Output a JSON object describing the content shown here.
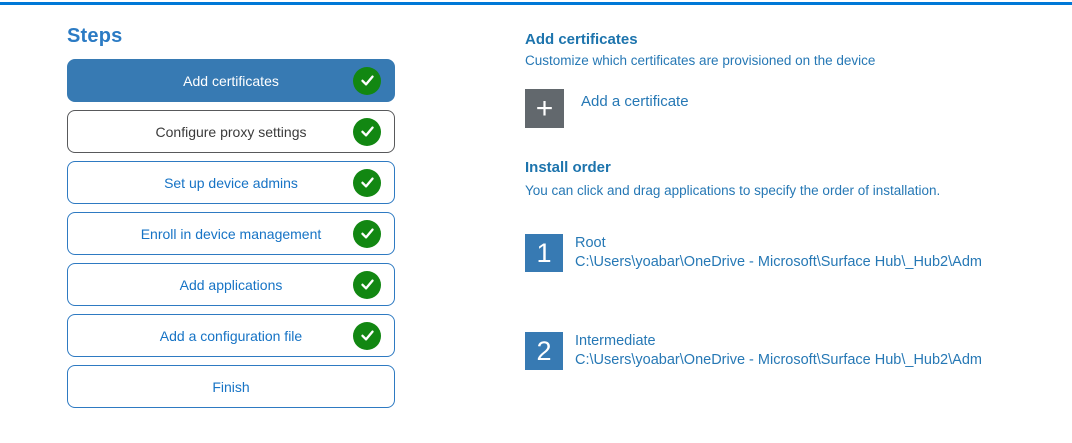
{
  "colors": {
    "accent_bar": "#0078d7",
    "selected_step": "#377ab3",
    "check_green": "#128712",
    "add_tile_gray": "#62686d",
    "link_blue": "#2678b5"
  },
  "steps": {
    "title": "Steps",
    "items": [
      {
        "label": "Add certificates",
        "completed": true,
        "selected": true
      },
      {
        "label": "Configure proxy settings",
        "completed": true,
        "selected": false
      },
      {
        "label": "Set up device admins",
        "completed": true,
        "selected": false
      },
      {
        "label": "Enroll in device management",
        "completed": true,
        "selected": false
      },
      {
        "label": "Add applications",
        "completed": true,
        "selected": false
      },
      {
        "label": "Add a configuration file",
        "completed": true,
        "selected": false
      },
      {
        "label": "Finish",
        "completed": false,
        "selected": false
      }
    ]
  },
  "panel": {
    "title": "Add certificates",
    "subtitle": "Customize which certificates are provisioned on the device",
    "add_button": {
      "label": "Add a certificate",
      "icon": "plus-icon",
      "plus_glyph": "+"
    },
    "install_order": {
      "title": "Install order",
      "description": "You can click and drag applications to specify the order of installation.",
      "items": [
        {
          "order": "1",
          "name": "Root",
          "path": "C:\\Users\\yoabar\\OneDrive - Microsoft\\Surface Hub\\_Hub2\\Adm"
        },
        {
          "order": "2",
          "name": "Intermediate",
          "path": "C:\\Users\\yoabar\\OneDrive - Microsoft\\Surface Hub\\_Hub2\\Adm"
        }
      ]
    }
  }
}
